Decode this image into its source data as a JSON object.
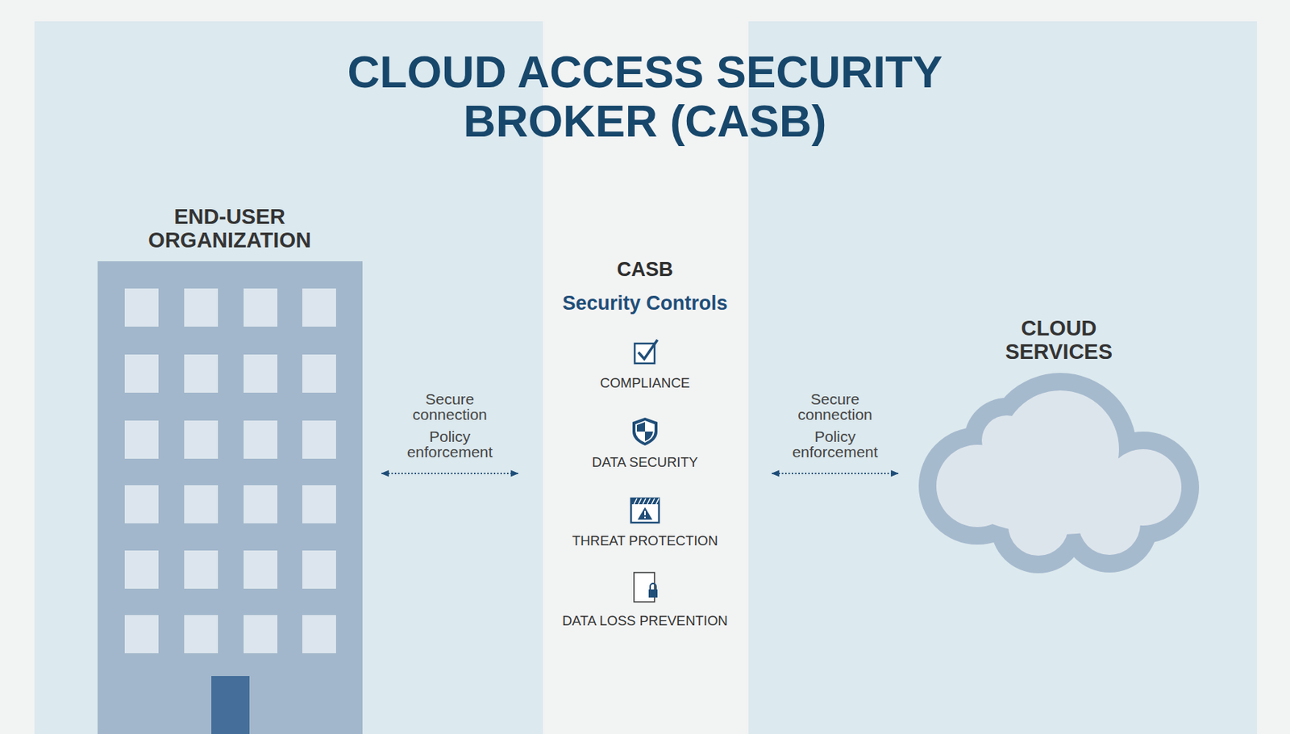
{
  "diagram": {
    "title": "CLOUD ACCESS SECURITY BROKER (CASB)",
    "nodes": [
      {
        "text": [
          "END-USER ORGANIZATION"
        ]
      },
      {
        "text": [
          "CASB",
          "Security Controls",
          "COMPLIANCE",
          "DATA SECURITY",
          "THREAT PROTECTION",
          "DATA LOSS PREVENTION"
        ]
      },
      {
        "text": [
          "CLOUD SERVICES"
        ]
      }
    ],
    "edges": [
      {
        "from": 0,
        "to": 1,
        "label": "Secure connection",
        "arrow": "both"
      },
      {
        "from": 1,
        "to": 2,
        "label": "Secure connection",
        "arrow": "both"
      }
    ],
    "labels": [
      "Policy enforcement",
      "Policy enforcement"
    ]
  }
}
